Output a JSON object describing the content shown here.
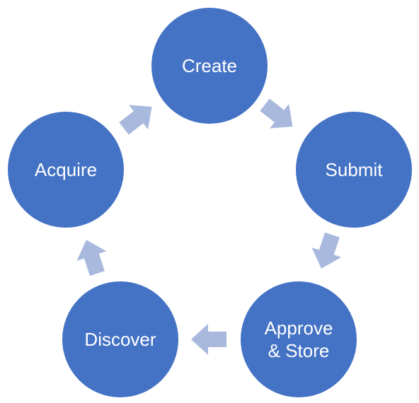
{
  "diagram": {
    "node_color": "#4472C4",
    "node_outline": "#ffffff",
    "arrow_color": "#A9B9DD",
    "nodes": [
      {
        "id": "create",
        "lines": [
          "Create"
        ]
      },
      {
        "id": "submit",
        "lines": [
          "Submit"
        ]
      },
      {
        "id": "approve-store",
        "lines": [
          "Approve",
          "& Store"
        ]
      },
      {
        "id": "discover",
        "lines": [
          "Discover"
        ]
      },
      {
        "id": "acquire",
        "lines": [
          "Acquire"
        ]
      }
    ]
  }
}
